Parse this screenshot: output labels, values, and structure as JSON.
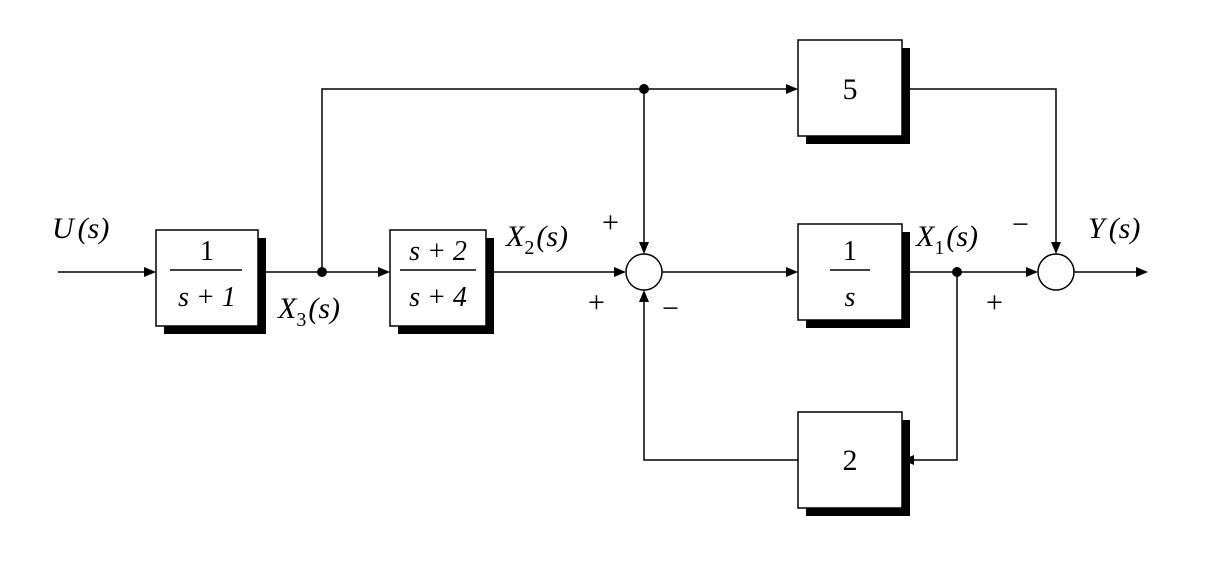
{
  "blocks": {
    "g1": {
      "numerator": "1",
      "denominator": "s + 1"
    },
    "g2": {
      "numerator": "s + 2",
      "denominator": "s + 4"
    },
    "g3": {
      "numerator": "1",
      "denominator": "s"
    },
    "g5": {
      "value": "5"
    },
    "g2fb": {
      "value": "2"
    }
  },
  "signals": {
    "input": {
      "name": "U",
      "arg": "(s)"
    },
    "output": {
      "name": "Y",
      "arg": "(s)"
    },
    "x1": {
      "name": "X",
      "sub": "1",
      "arg": "(s)"
    },
    "x2": {
      "name": "X",
      "sub": "2",
      "arg": "(s)"
    },
    "x3": {
      "name": "X",
      "sub": "3",
      "arg": "(s)"
    }
  },
  "sum1_signs": {
    "top": "+",
    "left": "+",
    "bottom": "−"
  },
  "sum2_signs": {
    "top": "−",
    "left": "+"
  }
}
